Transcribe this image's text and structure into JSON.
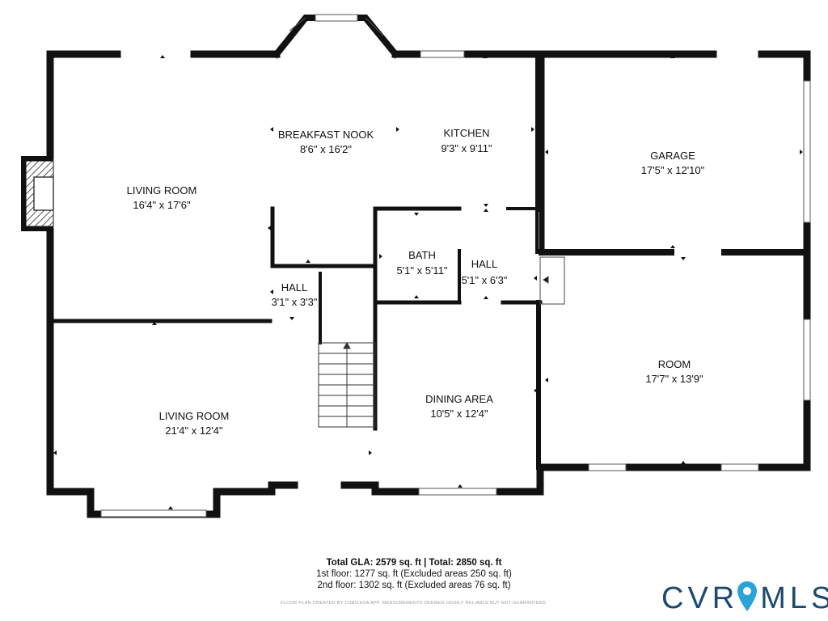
{
  "rooms": {
    "living_room_1": {
      "name": "LIVING ROOM",
      "dims": "16'4\" x 17'6\""
    },
    "breakfast_nook": {
      "name": "BREAKFAST NOOK",
      "dims": "8'6\" x 16'2\""
    },
    "kitchen": {
      "name": "KITCHEN",
      "dims": "9'3\" x 9'11\""
    },
    "garage": {
      "name": "GARAGE",
      "dims": "17'5\" x 12'10\""
    },
    "bath": {
      "name": "BATH",
      "dims": "5'1\" x 5'11\""
    },
    "hall_1": {
      "name": "HALL",
      "dims": "5'1\" x 6'3\""
    },
    "hall_2": {
      "name": "HALL",
      "dims": "3'1\" x 3'3\""
    },
    "room": {
      "name": "ROOM",
      "dims": "17'7\" x 13'9\""
    },
    "living_room_2": {
      "name": "LIVING ROOM",
      "dims": "21'4\" x 12'4\""
    },
    "dining_area": {
      "name": "DINING AREA",
      "dims": "10'5\" x 12'4\""
    }
  },
  "totals": {
    "gla": "Total GLA: 2579 sq. ft | Total: 2850 sq. ft",
    "first_floor": "1st floor: 1277 sq. ft (Excluded areas 250 sq. ft)",
    "second_floor": "2nd floor: 1302 sq. ft (Excluded areas 76 sq. ft)"
  },
  "disclaimer": "FLOOR PLAN CREATED BY CUBICASA APP. MEASUREMENTS DEEMED HIGHLY RELIABLE BUT NOT GUARANTEED.",
  "logo": {
    "text": "CVRMLS",
    "prefix": "CVR",
    "suffix": "MLS",
    "text_color": "#1d4a6e",
    "pin_color": "#2aa3d8",
    "pin_icon": "location-pin-icon"
  }
}
